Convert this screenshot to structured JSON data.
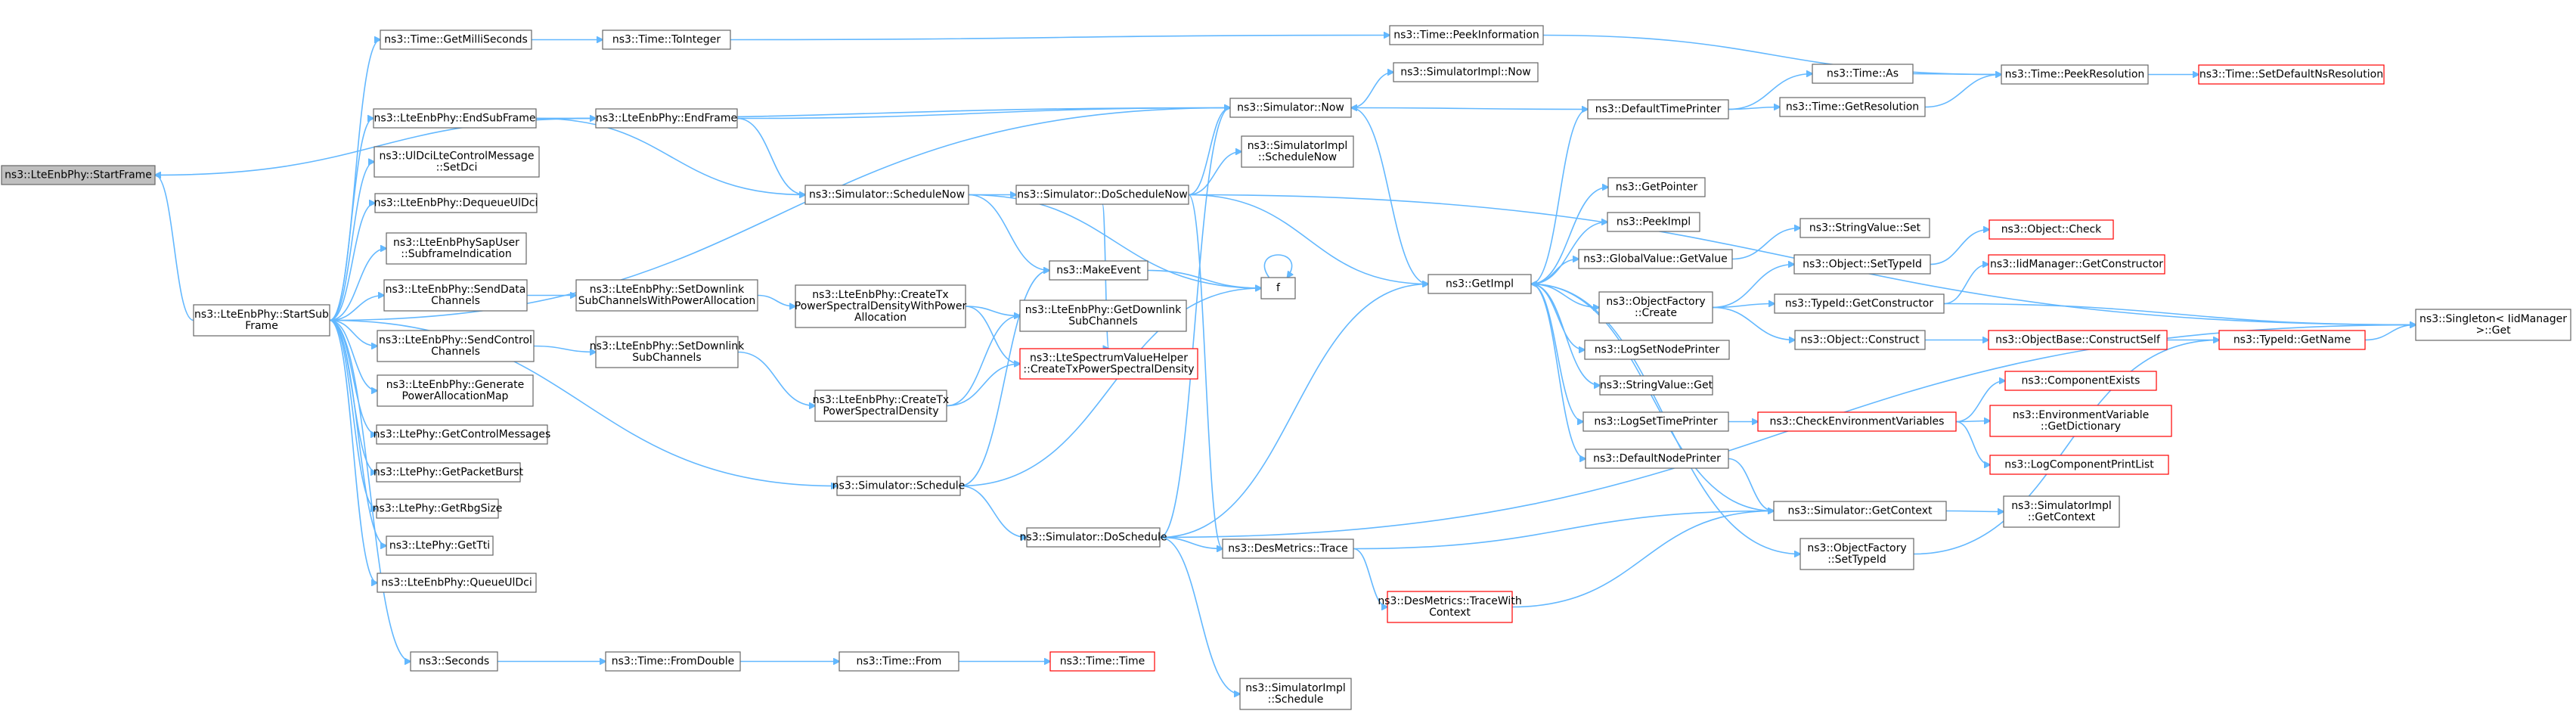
{
  "graph": {
    "edge_color": "#63b8ff",
    "node_border": "#666666",
    "warning_border": "#ff0000",
    "root_fill": "#bfbfbf"
  },
  "nodes": {
    "startframe": [
      "ns3::LteEnbPhy::StartFrame"
    ],
    "startsubframe": [
      "ns3::LteEnbPhy::StartSub",
      "Frame"
    ],
    "getmilliseconds": [
      "ns3::Time::GetMilliSeconds"
    ],
    "tointeger": [
      "ns3::Time::ToInteger"
    ],
    "peekinformation": [
      "ns3::Time::PeekInformation"
    ],
    "peekresolution": [
      "ns3::Time::PeekResolution"
    ],
    "setdefaultnsresolution": [
      "ns3::Time::SetDefaultNsResolution"
    ],
    "endsubframe": [
      "ns3::LteEnbPhy::EndSubFrame"
    ],
    "endframe": [
      "ns3::LteEnbPhy::EndFrame"
    ],
    "now": [
      "ns3::Simulator::Now"
    ],
    "simimplnow": [
      "ns3::SimulatorImpl::Now"
    ],
    "defaulttimeprinter": [
      "ns3::DefaultTimePrinter"
    ],
    "timeas": [
      "ns3::Time::As"
    ],
    "getresolution": [
      "ns3::Time::GetResolution"
    ],
    "setdci": [
      "ns3::UlDciLteControlMessage",
      "::SetDci"
    ],
    "dequeueuldci": [
      "ns3::LteEnbPhy::DequeueUlDci"
    ],
    "subframeindication": [
      "ns3::LteEnbPhySapUser",
      "::SubframeIndication"
    ],
    "senddatachannels": [
      "ns3::LteEnbPhy::SendData",
      "Channels"
    ],
    "setdlsubchpower": [
      "ns3::LteEnbPhy::SetDownlink",
      "SubChannelsWithPowerAllocation"
    ],
    "createtxpsdpower": [
      "ns3::LteEnbPhy::CreateTx",
      "PowerSpectralDensityWithPower",
      "Allocation"
    ],
    "getdlsubchannels": [
      "ns3::LteEnbPhy::GetDownlink",
      "SubChannels"
    ],
    "helpercreatetxpsd": [
      "ns3::LteSpectrumValueHelper",
      "::CreateTxPowerSpectralDensity"
    ],
    "sendcontrolchannels": [
      "ns3::LteEnbPhy::SendControl",
      "Channels"
    ],
    "setdlsubchannels": [
      "ns3::LteEnbPhy::SetDownlink",
      "SubChannels"
    ],
    "createtxpsd": [
      "ns3::LteEnbPhy::CreateTx",
      "PowerSpectralDensity"
    ],
    "genpowermap": [
      "ns3::LteEnbPhy::Generate",
      "PowerAllocationMap"
    ],
    "getcontrolmessages": [
      "ns3::LtePhy::GetControlMessages"
    ],
    "getpacketburst": [
      "ns3::LtePhy::GetPacketBurst"
    ],
    "getrbgsize": [
      "ns3::LtePhy::GetRbgSize"
    ],
    "gettti": [
      "ns3::LtePhy::GetTti"
    ],
    "queueuldci": [
      "ns3::LteEnbPhy::QueueUlDci"
    ],
    "seconds": [
      "ns3::Seconds"
    ],
    "fromdouble": [
      "ns3::Time::FromDouble"
    ],
    "timefrom": [
      "ns3::Time::From"
    ],
    "timetime": [
      "ns3::Time::Time"
    ],
    "schedulenow": [
      "ns3::Simulator::ScheduleNow"
    ],
    "doschedulenow": [
      "ns3::Simulator::DoScheduleNow"
    ],
    "simimplschedulenow": [
      "ns3::SimulatorImpl",
      "::ScheduleNow"
    ],
    "makeevent": [
      "ns3::MakeEvent"
    ],
    "f": [
      "f"
    ],
    "schedule": [
      "ns3::Simulator::Schedule"
    ],
    "doschedule": [
      "ns3::Simulator::DoSchedule"
    ],
    "desmetricstrace": [
      "ns3::DesMetrics::Trace"
    ],
    "tracewithcontext": [
      "ns3::DesMetrics::TraceWith",
      "Context"
    ],
    "simimplschedule": [
      "ns3::SimulatorImpl",
      "::Schedule"
    ],
    "getimpl": [
      "ns3::GetImpl"
    ],
    "getpointer": [
      "ns3::GetPointer"
    ],
    "peekimpl": [
      "ns3::PeekImpl"
    ],
    "globalvaluegetvalue": [
      "ns3::GlobalValue::GetValue"
    ],
    "stringvalueset": [
      "ns3::StringValue::Set"
    ],
    "objectfactorycreate": [
      "ns3::ObjectFactory",
      "::Create"
    ],
    "objectsettypeid": [
      "ns3::Object::SetTypeId"
    ],
    "objectcheck": [
      "ns3::Object::Check"
    ],
    "iidmanagergetconstructor": [
      "ns3::IidManager::GetConstructor"
    ],
    "typeidgetconstructor": [
      "ns3::TypeId::GetConstructor"
    ],
    "objectconstruct": [
      "ns3::Object::Construct"
    ],
    "constructself": [
      "ns3::ObjectBase::ConstructSelf"
    ],
    "typeidgetname": [
      "ns3::TypeId::GetName"
    ],
    "singletonget": [
      "ns3::Singleton< IidManager",
      " >::Get"
    ],
    "logsetnodeprinter": [
      "ns3::LogSetNodePrinter"
    ],
    "stringvalueget": [
      "ns3::StringValue::Get"
    ],
    "logsettimeprinter": [
      "ns3::LogSetTimePrinter"
    ],
    "checkenvvars": [
      "ns3::CheckEnvironmentVariables"
    ],
    "componentexists": [
      "ns3::ComponentExists"
    ],
    "envgetdictionary": [
      "ns3::EnvironmentVariable",
      "::GetDictionary"
    ],
    "logcomponentprintlist": [
      "ns3::LogComponentPrintList"
    ],
    "defaultnodeprinter": [
      "ns3::DefaultNodePrinter"
    ],
    "getcontext": [
      "ns3::Simulator::GetContext"
    ],
    "simimplgetcontext": [
      "ns3::SimulatorImpl",
      "::GetContext"
    ],
    "objectfactorysettypeid": [
      "ns3::ObjectFactory",
      "::SetTypeId"
    ]
  }
}
